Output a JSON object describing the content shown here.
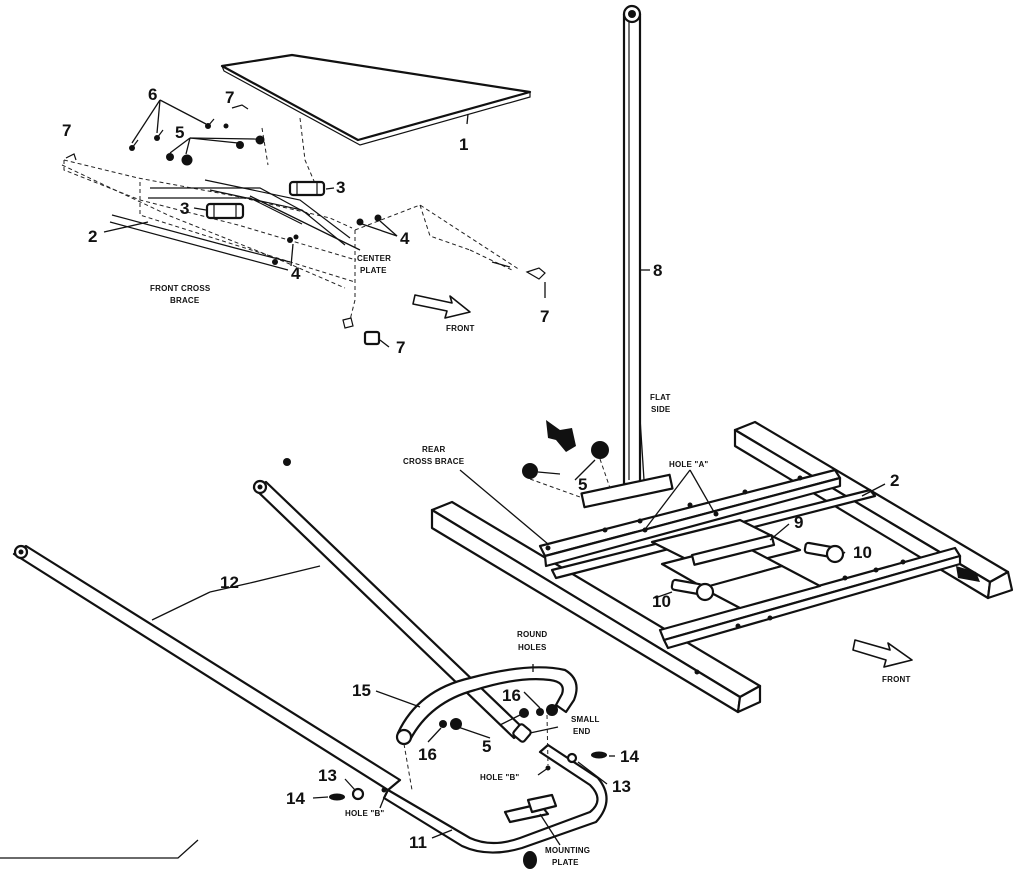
{
  "callouts": {
    "c1": "1",
    "c2_left": "2",
    "c2_right": "2",
    "c3_a": "3",
    "c3_b": "3",
    "c4_a": "4",
    "c4_b": "4",
    "c5_a": "5",
    "c5_b": "5",
    "c5_c": "5",
    "c6": "6",
    "c7_a": "7",
    "c7_b": "7",
    "c7_c": "7",
    "c7_d": "7",
    "c8": "8",
    "c9": "9",
    "c10_a": "10",
    "c10_b": "10",
    "c11": "11",
    "c12": "12",
    "c13_a": "13",
    "c13_b": "13",
    "c14_a": "14",
    "c14_b": "14",
    "c15": "15",
    "c16_a": "16",
    "c16_b": "16"
  },
  "labels": {
    "front_cross_brace_1": "FRONT CROSS",
    "front_cross_brace_2": "BRACE",
    "center_plate_1": "CENTER",
    "center_plate_2": "PLATE",
    "front_top": "FRONT",
    "front_bottom": "FRONT",
    "flat_side_1": "FLAT",
    "flat_side_2": "SIDE",
    "rear_cross_brace_1": "REAR",
    "rear_cross_brace_2": "CROSS BRACE",
    "hole_a": "HOLE \"A\"",
    "hole_b_right": "HOLE \"B\"",
    "hole_b_left": "HOLE \"B\"",
    "round_holes_1": "ROUND",
    "round_holes_2": "HOLES",
    "small_end_1": "SMALL",
    "small_end_2": "END",
    "mounting_plate_1": "MOUNTING",
    "mounting_plate_2": "PLATE"
  }
}
